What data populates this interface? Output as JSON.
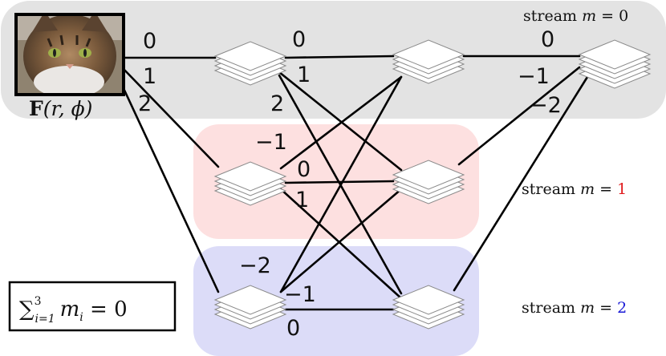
{
  "image_label": {
    "bold": "F",
    "rest": "(r, ϕ)"
  },
  "streams": [
    {
      "id": "m0",
      "prefix": "stream ",
      "var": "m",
      "eq": " = ",
      "value": "0",
      "value_color": "#111111",
      "bg": "#e3e3e3"
    },
    {
      "id": "m1",
      "prefix": "stream ",
      "var": "m",
      "eq": " = ",
      "value": "1",
      "value_color": "#e0181b",
      "bg": "#fde0e0"
    },
    {
      "id": "m2",
      "prefix": "stream ",
      "var": "m",
      "eq": " = ",
      "value": "2",
      "value_color": "#1a1ad6",
      "bg": "#dcdcf8"
    }
  ],
  "constraint": {
    "sum": "∑",
    "sup": "3",
    "sub": "i=1",
    "var": "m",
    "var_sub": "i",
    "rest": " = 0"
  },
  "edge_labels": {
    "input_top": "0",
    "input_mid": "1",
    "input_low": "2",
    "a_top": "0",
    "a_mid": "1",
    "a_low": "2",
    "c_top": "0",
    "c_mid": "−1",
    "c_low": "−2",
    "d_up": "−1",
    "d_mid": "0",
    "d_low": "1",
    "f_up": "−2",
    "f_mid": "−1",
    "f_low": "0"
  },
  "colors": {
    "edge": "#000000",
    "stack_stroke": "#8a8a8a",
    "stack_fill": "#ffffff"
  },
  "icons": [
    "cat-photo-icon",
    "feature-stack-icon"
  ]
}
